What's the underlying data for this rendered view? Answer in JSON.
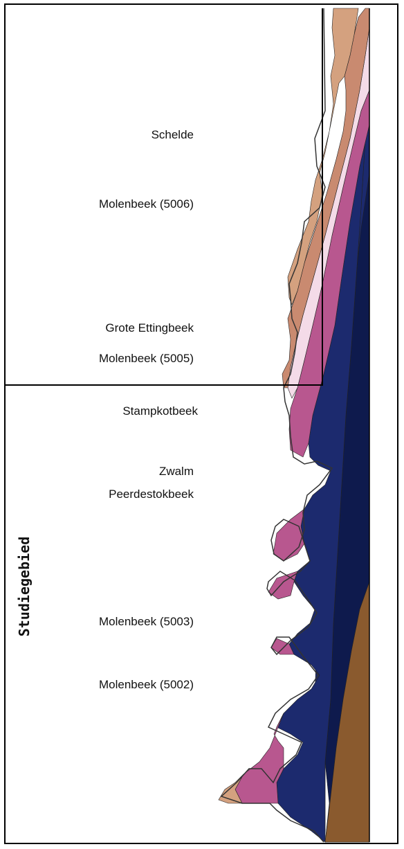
{
  "labels": {
    "schelde": "Schelde",
    "molenbeek_5006": "Molenbeek (5006)",
    "grote_ettingbeek": "Grote Ettingbeek",
    "molenbeek_5005": "Molenbeek (5005)",
    "stampkotbeek": "Stampkotbeek",
    "zwalm": "Zwalm",
    "peerdestokbeek": "Peerdestokbeek",
    "molenbeek_5003": "Molenbeek (5003)",
    "molenbeek_5002": "Molenbeek (5002)"
  },
  "side_label": "Studiegebied",
  "colors": {
    "tan": "#d4a17f",
    "salmon": "#c98a70",
    "pale_pink": "#f4dbe8",
    "mauve": "#b8578f",
    "navy": "#1c2a6e",
    "dark_navy": "#0e1a4d",
    "brown": "#8a5a2e",
    "outline": "#000000"
  }
}
